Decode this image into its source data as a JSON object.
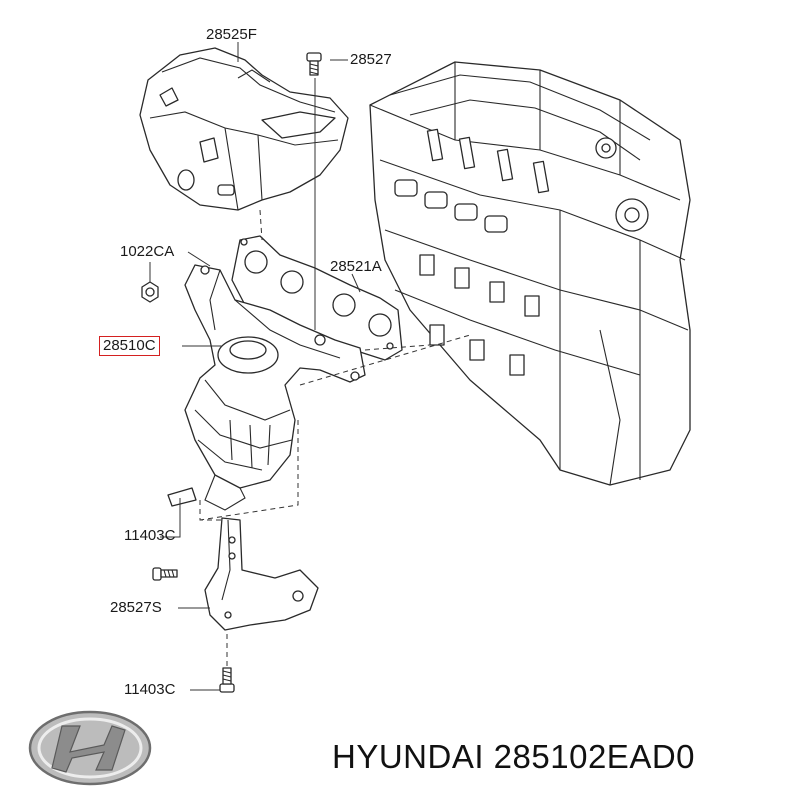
{
  "callouts": [
    {
      "id": "heat-shield",
      "label": "28525F"
    },
    {
      "id": "shield-bolt",
      "label": "28527"
    },
    {
      "id": "manifold-nut",
      "label": "1022CA"
    },
    {
      "id": "manifold-gasket",
      "label": "28521A"
    },
    {
      "id": "catalytic-manifold",
      "label": "28510C",
      "highlight": true
    },
    {
      "id": "bracket-bolt-upper",
      "label": "11403C"
    },
    {
      "id": "support-bracket",
      "label": "28527S"
    },
    {
      "id": "bracket-bolt-lower",
      "label": "11403C"
    }
  ],
  "brand": {
    "text": "HYUNDAI 285102EAD0",
    "logo": "hyundai-logo-icon"
  },
  "colors": {
    "highlight": "#d42020",
    "line": "#2a2a2a",
    "logo": "#8c8c8c"
  }
}
